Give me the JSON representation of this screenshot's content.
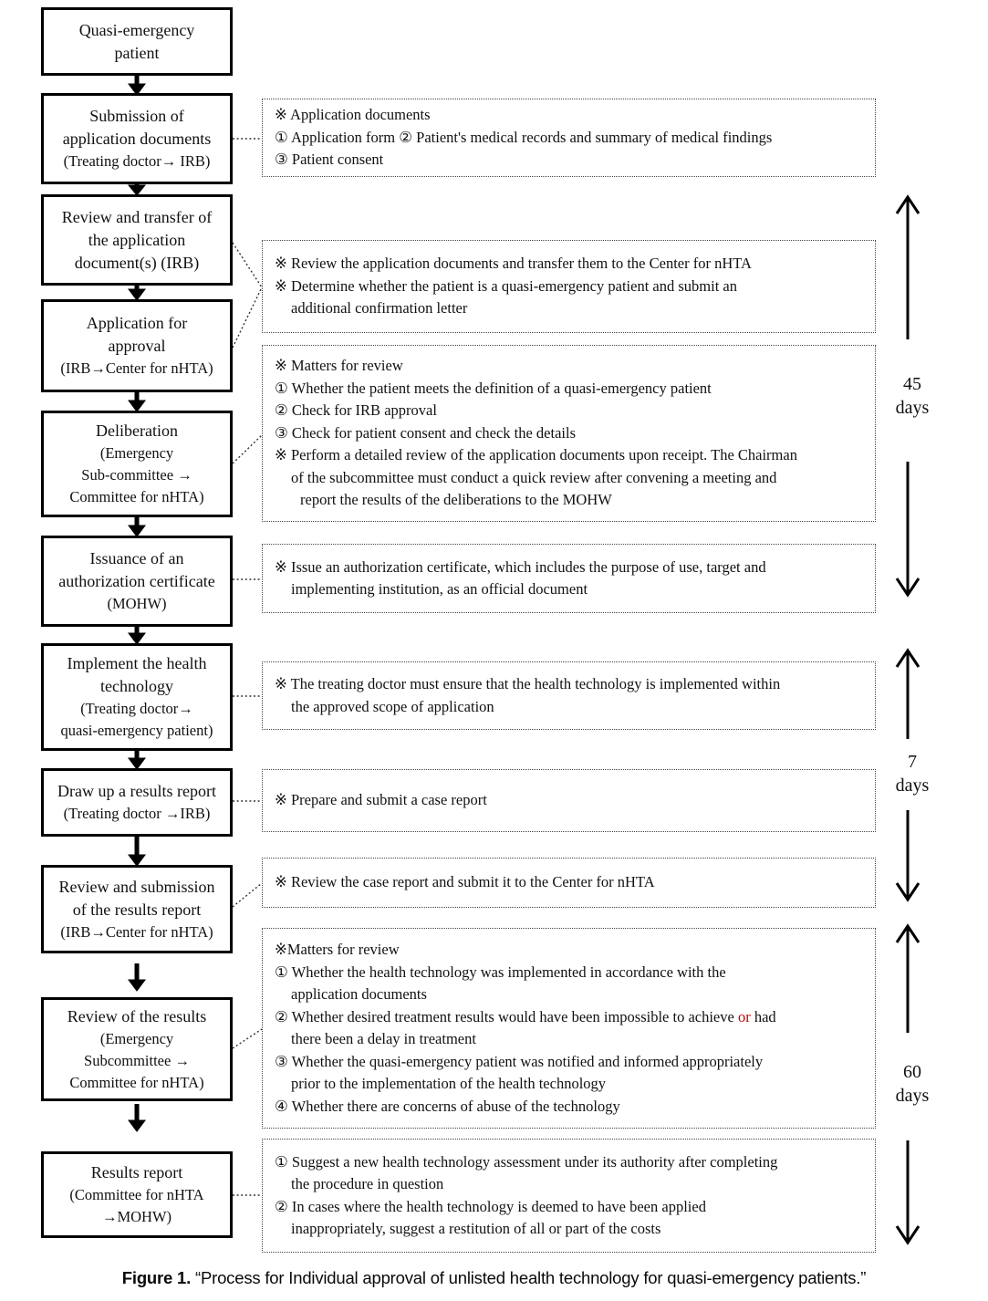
{
  "figure": {
    "caption_prefix": "Figure 1.",
    "caption_text": " “Process for Individual approval of unlisted health technology for quasi-emergency patients.”"
  },
  "colors": {
    "highlight_red": "#c00000",
    "line_black": "#000000"
  },
  "timeline": [
    {
      "num": "45",
      "unit": "days"
    },
    {
      "num": "7",
      "unit": "days"
    },
    {
      "num": "60",
      "unit": "days"
    }
  ],
  "flow": {
    "boxes": [
      {
        "title": "Quasi-emergency\npatient",
        "sub": ""
      },
      {
        "title": "Submission of\napplication documents",
        "sub": "(Treating doctor→ IRB)"
      },
      {
        "title": "Review and transfer of\nthe application\ndocument(s) (IRB)",
        "sub": ""
      },
      {
        "title": "Application for\napproval",
        "sub": "(IRB→Center for nHTA)"
      },
      {
        "title": "Deliberation",
        "sub": "(Emergency\nSub-committee →\nCommittee for nHTA)"
      },
      {
        "title": "Issuance of an\nauthorization certificate",
        "sub": "(MOHW)"
      },
      {
        "title": "Implement the health\ntechnology",
        "sub": "(Treating doctor→\nquasi-emergency patient)"
      },
      {
        "title": "Draw up a results report",
        "sub": "(Treating doctor →IRB)"
      },
      {
        "title": "Review and submission\nof the results report",
        "sub": "(IRB→Center for nHTA)"
      },
      {
        "title": "Review of the results",
        "sub": "(Emergency\nSubcommittee →\nCommittee for nHTA)"
      },
      {
        "title": "Results report",
        "sub": "(Committee for nHTA\n→MOHW)"
      }
    ]
  },
  "annotations": [
    {
      "lines": [
        {
          "t": "※ Application documents"
        },
        {
          "t": "① Application form  ② Patient's medical records and summary of medical findings"
        },
        {
          "t": "③ Patient consent"
        }
      ]
    },
    {
      "lines": [
        {
          "t": "※ Review the application documents and transfer them to the Center for nHTA"
        },
        {
          "t": "※ Determine whether the patient is a quasi-emergency patient and submit an"
        },
        {
          "t": "additional confirmation letter"
        }
      ]
    },
    {
      "lines": [
        {
          "t": "※ Matters for review"
        },
        {
          "t": "① Whether the patient meets the definition of a quasi-emergency patient"
        },
        {
          "t": "② Check for IRB approval"
        },
        {
          "t": "③ Check for patient consent and check the details"
        },
        {
          "t": "※ Perform a detailed review of the application documents upon receipt. The Chairman"
        },
        {
          "t": "of the subcommittee must conduct a quick review after convening a meeting and"
        },
        {
          "t": "report the results of the deliberations to the MOHW"
        }
      ]
    },
    {
      "lines": [
        {
          "t": "※ Issue an authorization certificate, which includes the purpose of use, target and"
        },
        {
          "t": "implementing institution, as an official document"
        }
      ]
    },
    {
      "lines": [
        {
          "t": "※ The treating doctor must ensure that the health technology is implemented within"
        },
        {
          "t": "the approved scope of application"
        }
      ]
    },
    {
      "lines": [
        {
          "t": "※ Prepare and submit a case report"
        }
      ]
    },
    {
      "lines": [
        {
          "t": "※ Review the case report and submit it to the Center for nHTA"
        }
      ]
    },
    {
      "lines": [
        {
          "t": "※Matters for review"
        },
        {
          "t": "① Whether the health technology was implemented in accordance with the"
        },
        {
          "t": "application documents"
        },
        {
          "pre": "② Whether desired treatment results would have been impossible to achieve ",
          "red": "or",
          "post": " had"
        },
        {
          "t": "there been a delay in treatment"
        },
        {
          "t": "③ Whether the quasi-emergency patient was notified and informed appropriately"
        },
        {
          "t": "prior to the implementation of the health technology"
        },
        {
          "t": "④ Whether there are concerns of abuse of the technology"
        }
      ]
    },
    {
      "lines": [
        {
          "t": "① Suggest a new health technology assessment under its authority after completing"
        },
        {
          "t": "the procedure in question"
        },
        {
          "t": "② In cases where the health technology is deemed to have been applied"
        },
        {
          "t": "inappropriately, suggest a restitution of all or part of the costs"
        }
      ]
    }
  ]
}
